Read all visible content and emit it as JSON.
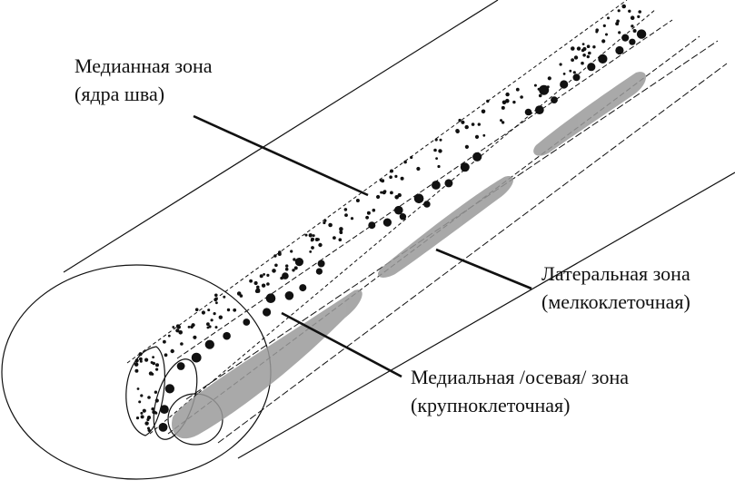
{
  "labels": {
    "median": {
      "line1": "Медианная зона",
      "line2": "(ядра шва)"
    },
    "lateral": {
      "line1": "Латеральная зона",
      "line2": "(мелкоклеточная)"
    },
    "medial": {
      "line1": "Медиальная /осевая/ зона",
      "line2": "(крупноклеточная)"
    }
  },
  "colors": {
    "ink": "#111111",
    "shade": "#9a9a9a",
    "background": "#ffffff"
  }
}
